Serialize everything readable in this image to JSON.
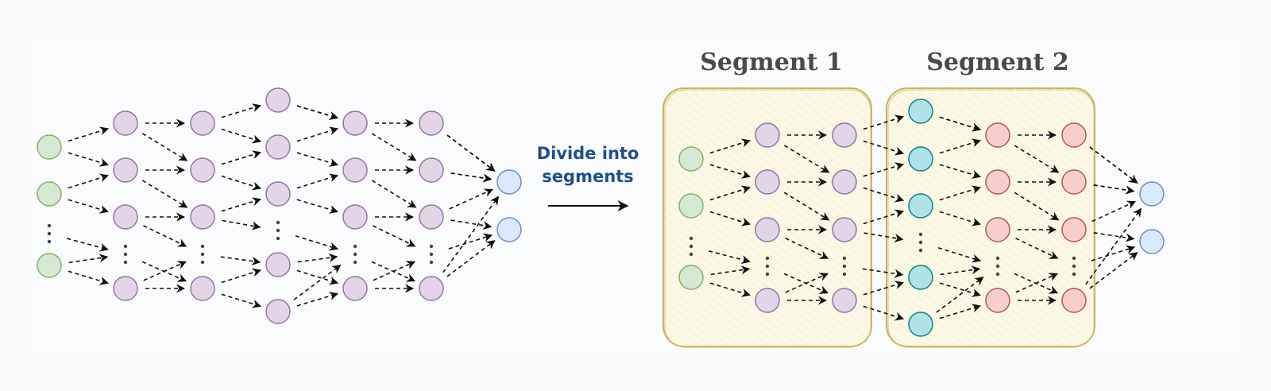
{
  "diagram": {
    "transition_label_line1": "Divide into",
    "transition_label_line2": "segments",
    "segments": [
      {
        "title": "Segment 1"
      },
      {
        "title": "Segment 2"
      }
    ],
    "colors": {
      "input_fill": "#d5e8d4",
      "input_stroke": "#82b366",
      "hidden_fill": "#e1d5e7",
      "hidden_stroke": "#9673a6",
      "output_fill": "#dae8fc",
      "output_stroke": "#6c8ebf",
      "boundary_fill": "#b0e3e6",
      "boundary_stroke": "#0e8088",
      "seg2_fill": "#f8cecc",
      "seg2_stroke": "#b85450",
      "segment_fill": "#fbf8e6",
      "segment_stroke": "#c9b25a",
      "arrow": "#111111",
      "label": "#1f4e8c",
      "title": "#4a4a4a"
    },
    "original_network": {
      "layers": [
        {
          "role": "input",
          "nodes": 3,
          "ellipsis": true
        },
        {
          "role": "hidden",
          "nodes": 4,
          "ellipsis": true
        },
        {
          "role": "hidden",
          "nodes": 4,
          "ellipsis": true
        },
        {
          "role": "hidden",
          "nodes": 5,
          "ellipsis": true
        },
        {
          "role": "hidden",
          "nodes": 4,
          "ellipsis": true
        },
        {
          "role": "hidden",
          "nodes": 4,
          "ellipsis": true
        },
        {
          "role": "output",
          "nodes": 2,
          "ellipsis": false
        }
      ]
    },
    "segmented_network": {
      "segment_1_layers": [
        {
          "role": "input",
          "nodes": 3,
          "ellipsis": true
        },
        {
          "role": "hidden",
          "nodes": 4,
          "ellipsis": true
        },
        {
          "role": "hidden",
          "nodes": 4,
          "ellipsis": true
        }
      ],
      "segment_2_layers": [
        {
          "role": "boundary",
          "nodes": 5,
          "ellipsis": true
        },
        {
          "role": "hidden-seg2",
          "nodes": 4,
          "ellipsis": true
        },
        {
          "role": "hidden-seg2",
          "nodes": 4,
          "ellipsis": true
        }
      ],
      "output_layer": {
        "role": "output",
        "nodes": 2,
        "ellipsis": false
      }
    }
  }
}
